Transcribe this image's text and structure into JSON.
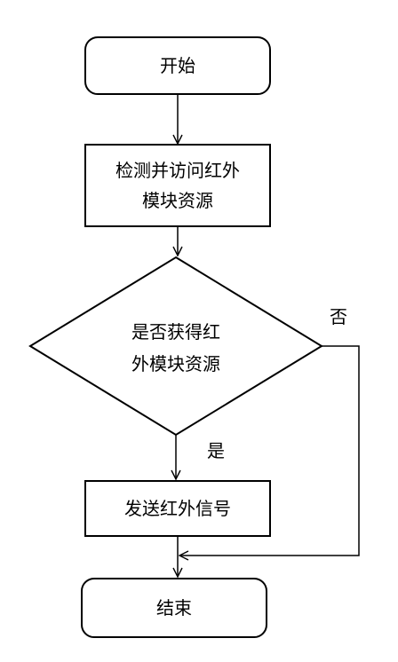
{
  "nodes": {
    "start": "开始",
    "detect_line1": "检测并访问红外",
    "detect_line2": "模块资源",
    "decision_line1": "是否获得红",
    "decision_line2": "外模块资源",
    "send": "发送红外信号",
    "end": "结束"
  },
  "edges": {
    "yes": "是",
    "no": "否"
  },
  "colors": {
    "stroke": "#000000",
    "node_fill": "#ffffff",
    "background": "#ffffff",
    "text": "#000000"
  }
}
